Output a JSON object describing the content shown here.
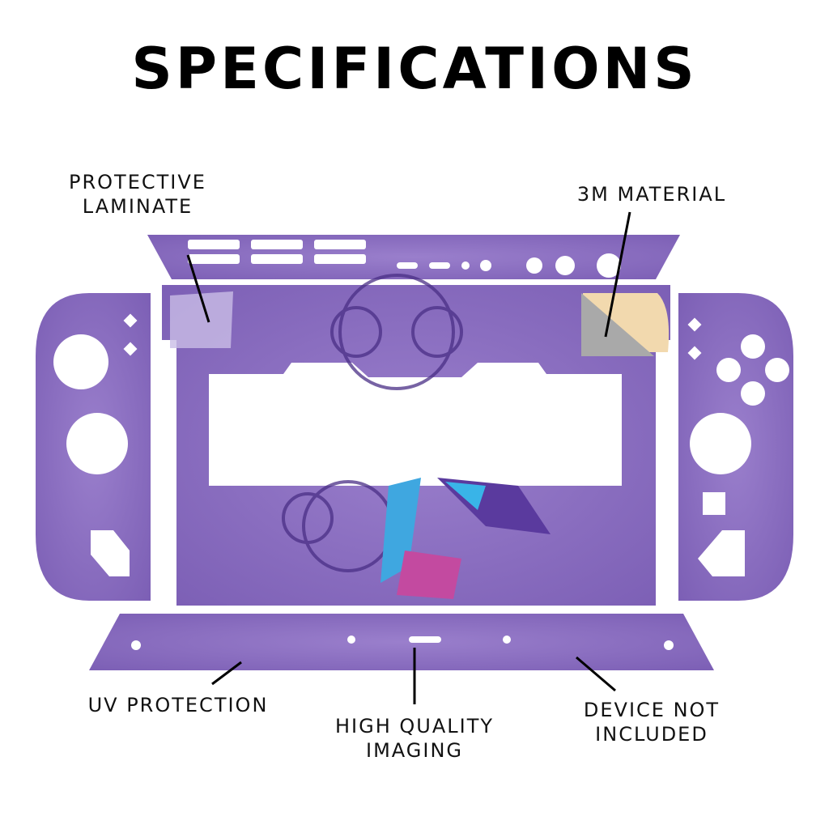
{
  "title": "SPECIFICATIONS",
  "labels": {
    "protective_laminate": [
      "PROTECTIVE",
      "LAMINATE"
    ],
    "material": "3M MATERIAL",
    "uv": "UV PROTECTION",
    "imaging": [
      "HIGH QUALITY",
      "IMAGING"
    ],
    "device": [
      "DEVICE NOT",
      "INCLUDED"
    ]
  },
  "colors": {
    "skin": "#8a6cbf",
    "skin_dark": "#6f52a8",
    "backing": "#f2d9ae"
  }
}
